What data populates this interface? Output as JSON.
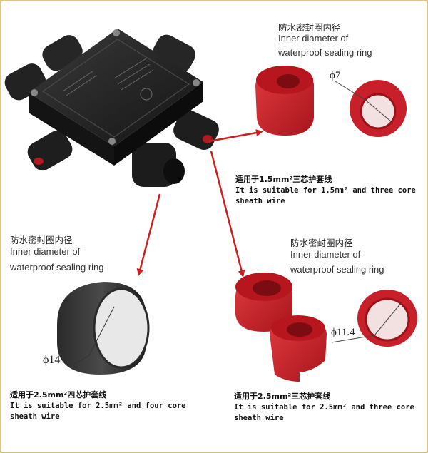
{
  "top_label": {
    "zh": "防水密封圈内径",
    "en_line1": "Inner diameter of",
    "en_line2": "waterproof sealing ring"
  },
  "left_label": {
    "zh": "防水密封圈内径",
    "en_line1": "Inner diameter of",
    "en_line2": "waterproof sealing ring"
  },
  "right_label": {
    "zh": "防水密封圈内径",
    "en_line1": "Inner diameter of",
    "en_line2": "waterproof sealing ring"
  },
  "dimensions": {
    "small": "ϕ7",
    "medium": "ϕ11.4",
    "large": "ϕ14"
  },
  "notes": {
    "mid": {
      "zh": "适用于1.5mm²三芯护套线",
      "en_line1": "It is suitable for 1.5mm² and three core",
      "en_line2": "sheath wire"
    },
    "left": {
      "zh": "适用于2.5mm²四芯护套线",
      "en_line1": "It is suitable for 2.5mm² and four core",
      "en_line2": "sheath wire"
    },
    "right": {
      "zh": "适用于2.5mm²三芯护套线",
      "en_line1": "It is suitable for 2.5mm² and three core",
      "en_line2": "sheath wire"
    }
  },
  "colors": {
    "ring_red": "#c8202a",
    "ring_dark": "#1e1e1e",
    "arrow": "#cc1f1f",
    "frame": "#d9c58a"
  }
}
